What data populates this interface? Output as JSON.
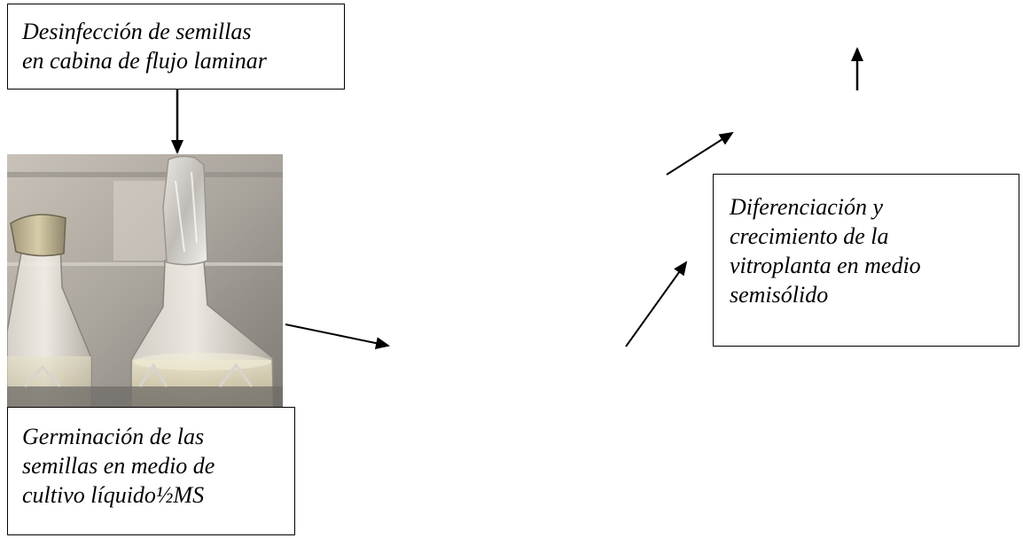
{
  "diagram": {
    "boxes": {
      "disinfection": "Desinfección de semillas\nen cabina de flujo laminar",
      "differentiation": "Diferenciación y\ncrecimiento de la\nvitroplanta   en medio\nsemisólido",
      "germination": "Germinación de las\nsemillas  en medio de\ncultivo líquido½MS"
    },
    "photo": {
      "subject": "germination-flasks-photo"
    },
    "colors": {
      "stroke": "#000000",
      "background": "#ffffff"
    }
  }
}
